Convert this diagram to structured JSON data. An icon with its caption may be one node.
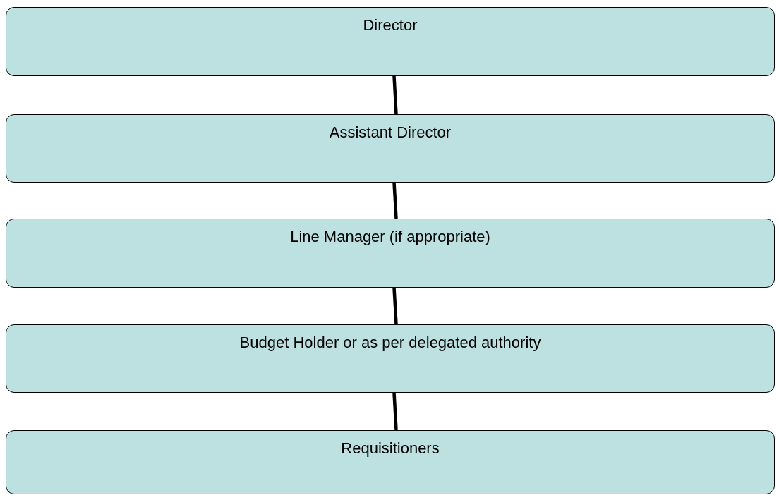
{
  "diagram": {
    "nodes": [
      {
        "text": [
          "Director"
        ]
      },
      {
        "text": [
          "Assistant Director"
        ]
      },
      {
        "text": [
          "Line Manager (if appropriate)"
        ]
      },
      {
        "text": [
          "Budget Holder or as per delegated authority"
        ]
      },
      {
        "text": [
          "Requisitioners"
        ]
      }
    ],
    "edges": [
      {
        "from": 0,
        "to": 1,
        "arrow": "none"
      },
      {
        "from": 1,
        "to": 2,
        "arrow": "none"
      },
      {
        "from": 2,
        "to": 3,
        "arrow": "none"
      },
      {
        "from": 3,
        "to": 4,
        "arrow": "none"
      }
    ]
  }
}
